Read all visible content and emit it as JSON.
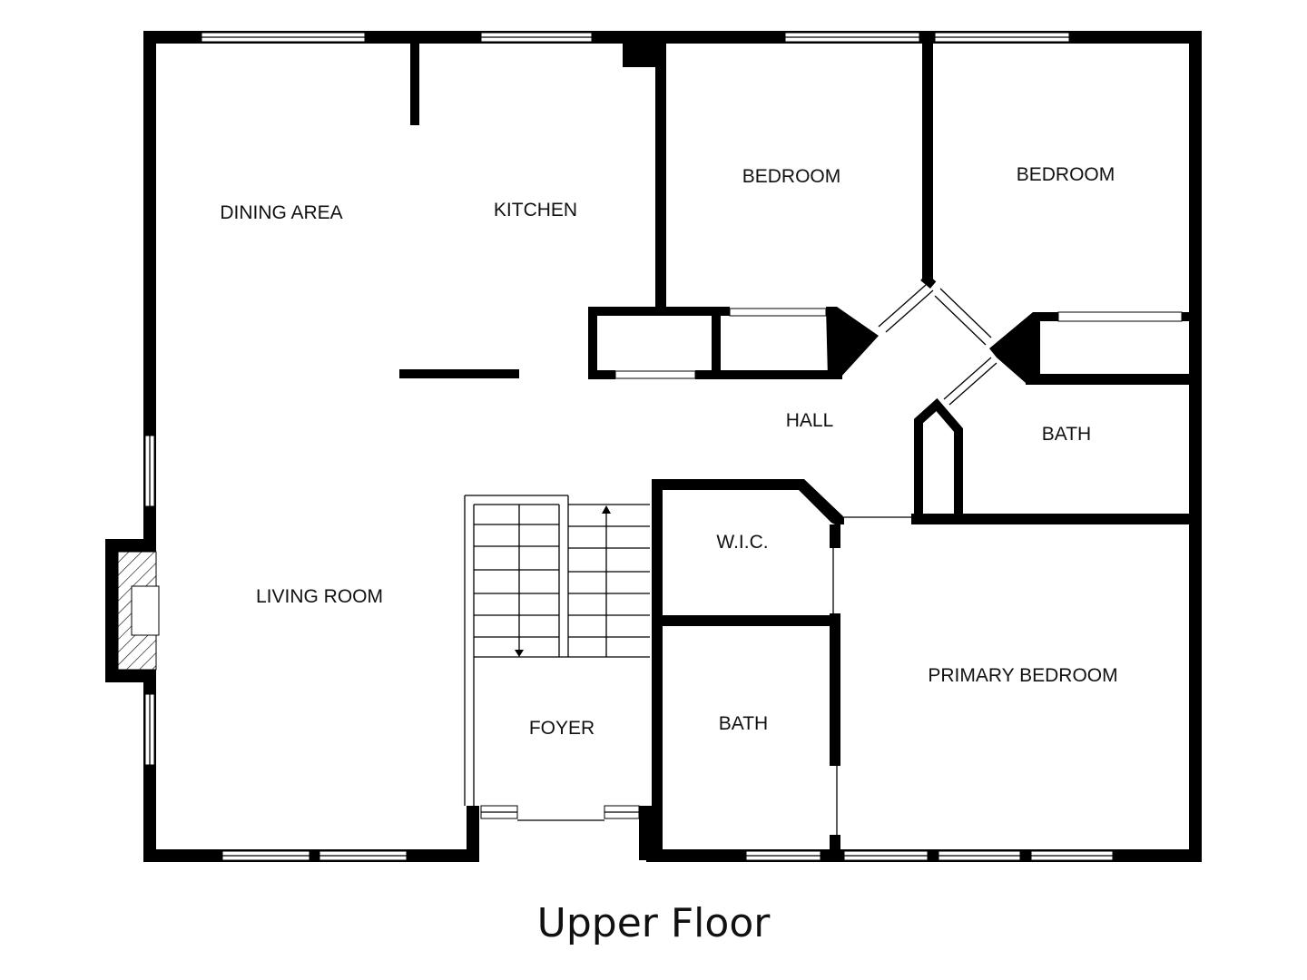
{
  "title": "Upper Floor",
  "rooms": {
    "dining_area": "DINING AREA",
    "kitchen": "KITCHEN",
    "bedroom_1": "BEDROOM",
    "bedroom_2": "BEDROOM",
    "hall": "HALL",
    "bath_1": "BATH",
    "wic": "W.I.C.",
    "living_room": "LIVING ROOM",
    "primary_bedroom": "PRIMARY BEDROOM",
    "bath_2": "BATH",
    "foyer": "FOYER"
  },
  "colors": {
    "wall": "#000000",
    "background": "#ffffff",
    "text": "#111111"
  }
}
